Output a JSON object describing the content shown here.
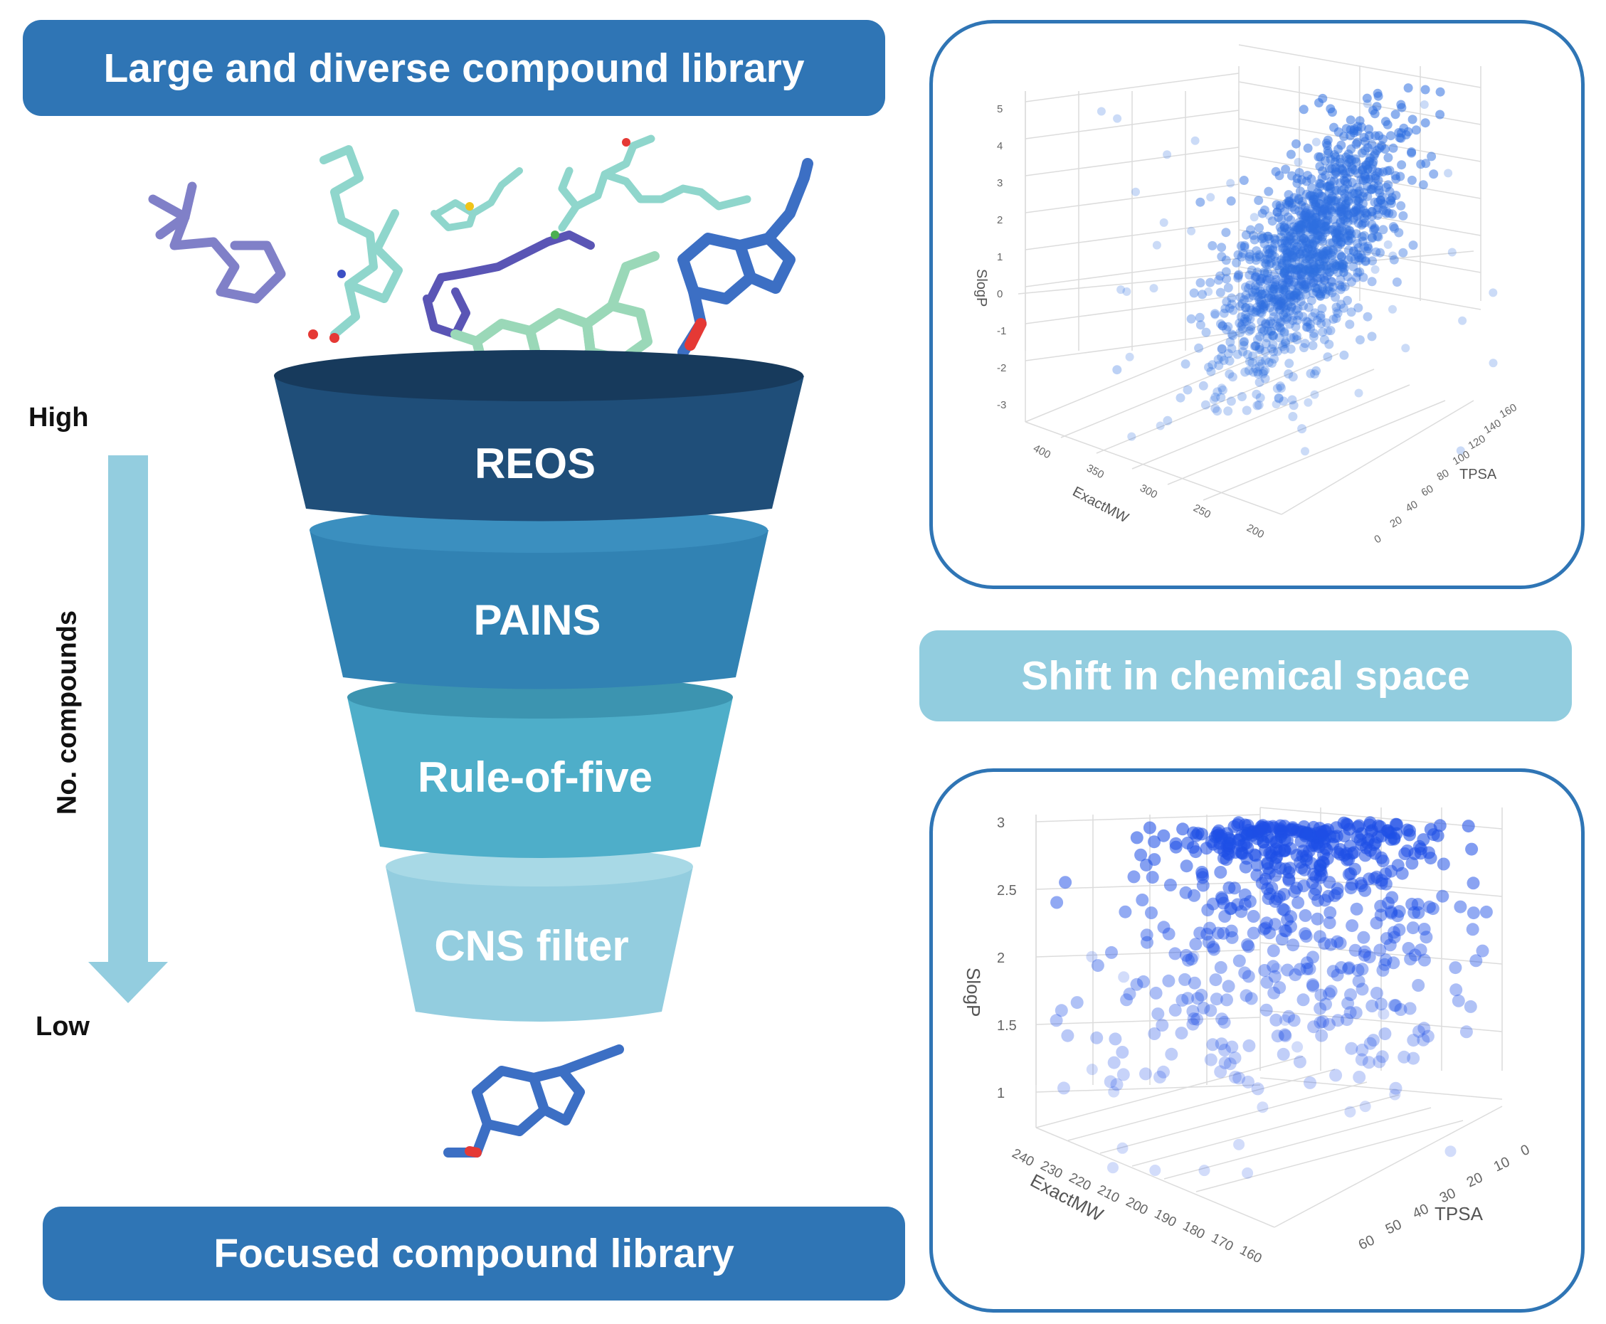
{
  "banners": {
    "top": "Large and diverse compound library",
    "bottom": "Focused compound library",
    "shift": "Shift in chemical space"
  },
  "funnel": {
    "stages": [
      "REOS",
      "PAINS",
      "Rule-of-five",
      "CNS filter"
    ],
    "stage_colors": [
      "#1f4e79",
      "#3182b3",
      "#4eaec9",
      "#93cddf"
    ]
  },
  "arrow": {
    "high_label": "High",
    "low_label": "Low",
    "axis_label": "No. compounds",
    "color": "#93cddf"
  },
  "chart_data": [
    {
      "type": "scatter",
      "projection": "3d",
      "xlabel": "ExactMW",
      "ylabel": "TPSA",
      "zlabel": "SlogP",
      "xticks": [
        "400",
        "350",
        "300",
        "250",
        "200"
      ],
      "yticks": [
        "0",
        "20",
        "40",
        "60",
        "80",
        "100",
        "120",
        "140",
        "160"
      ],
      "zticks": [
        "5",
        "4",
        "3",
        "2",
        "1",
        "0",
        "-1",
        "-2",
        "-3"
      ],
      "point_color": "#2f6fe0",
      "point_count_approx": 1200,
      "distribution": "dense elongated cloud, SlogP roughly -2 to 4, ExactMW roughly 200 to 400"
    },
    {
      "type": "scatter",
      "projection": "3d",
      "xlabel": "ExactMW",
      "ylabel": "TPSA",
      "zlabel": "SlogP",
      "xticks": [
        "240",
        "230",
        "220",
        "210",
        "200",
        "190",
        "180",
        "170",
        "160"
      ],
      "yticks": [
        "0",
        "10",
        "20",
        "30",
        "40",
        "50",
        "60"
      ],
      "zticks": [
        "3",
        "2.5",
        "2",
        "1.5",
        "1"
      ],
      "point_color": "#1e4fe6",
      "point_count_approx": 600,
      "distribution": "points concentrated near SlogP 3 and thinning toward 1"
    }
  ]
}
